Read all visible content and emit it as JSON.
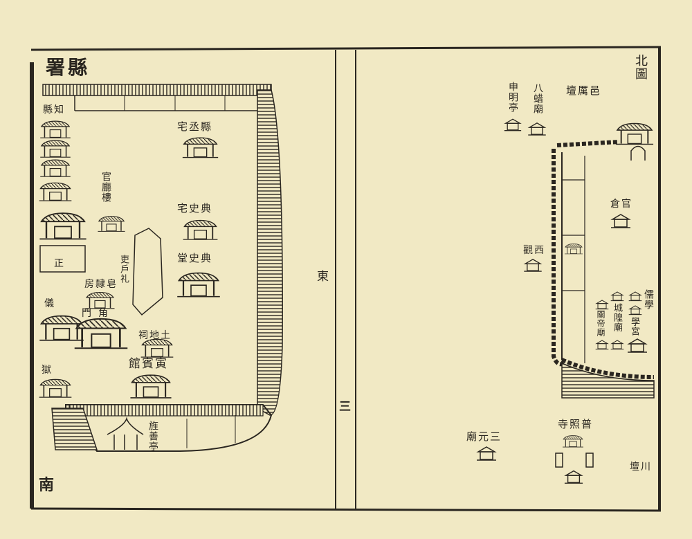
{
  "left_page": {
    "title": "縣署",
    "labels": {
      "magistrate": "知縣",
      "assistant_residence": "縣丞宅",
      "official_tower": "官廳樓",
      "jailer_residence": "典史宅",
      "jailer_hall": "典史堂",
      "offices": "吏戶礼",
      "runners_quarters": "皂隸房",
      "ceremonial_gate": "儀",
      "side_gate": "角門",
      "earth_god_shrine": "土地祠",
      "guest_house": "寅賓館",
      "prison": "獄",
      "main_hall": "正",
      "good_deeds_pavilion": "旌善亭"
    },
    "direction_south": "南"
  },
  "gutter": {
    "direction_east": "東",
    "page_number": "三"
  },
  "right_page": {
    "title": "北圖",
    "labels": {
      "proclamation_pavilion": "申明亭",
      "bazha_temple": "八蜡廟",
      "yili_altar": "邑厲壇",
      "granary": "官倉",
      "west_temple": "西觀",
      "confucian_school": "儒學",
      "school_palace": "學宮",
      "city_god_temple": "城隍廟",
      "guandi_temple": "關帝廟",
      "sanyuan_temple": "三元廟",
      "puzhao_temple": "普照寺",
      "river_altar": "川壇"
    }
  },
  "colors": {
    "paper": "#f1e9c4",
    "ink": "#2a2620"
  }
}
